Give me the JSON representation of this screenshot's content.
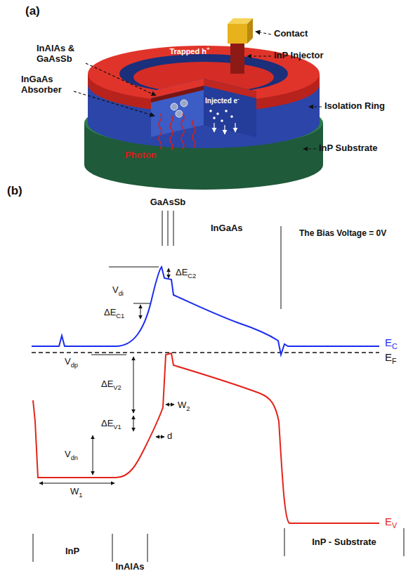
{
  "diagram": {
    "labels": [
      "(a)",
      "Contact",
      "InP Injector",
      "InAlAs & GaAsSb",
      "Trapped h+",
      "Injected e-",
      "InGaAs Absorber",
      "Isolation Ring",
      "InP Substrate",
      "Photon",
      "(b)",
      "GaAsSb",
      "InGaAs",
      "The Bias Voltage = 0V",
      "ΔEC2",
      "Vdi",
      "ΔEC1",
      "EC",
      "EF",
      "Vdp",
      "ΔEV2",
      "W2",
      "ΔEV1",
      "d",
      "Vdn",
      "W1",
      "EV",
      "InP",
      "InAlAs",
      "InP - Substrate"
    ]
  }
}
